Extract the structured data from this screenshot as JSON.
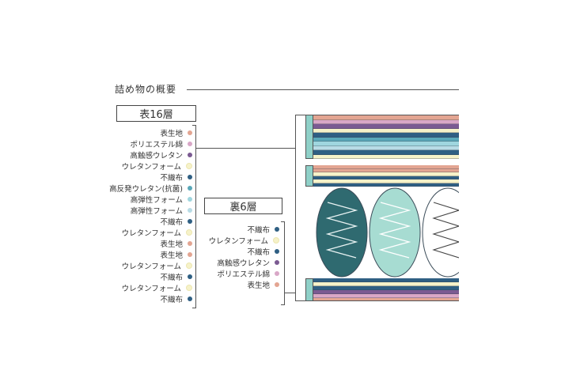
{
  "section_title": "詰め物の概要",
  "top_group": {
    "label": "表16層",
    "items": [
      {
        "name": "表生地",
        "color": "#e3a592"
      },
      {
        "name": "ポリエステル綿",
        "color": "#d9a7c7"
      },
      {
        "name": "高触感ウレタン",
        "color": "#7b5a92"
      },
      {
        "name": "ウレタンフォーム",
        "color": "#f6f2c9"
      },
      {
        "name": "不織布",
        "color": "#2f5f83"
      },
      {
        "name": "高反発ウレタン(抗菌)",
        "color": "#5aa8b9"
      },
      {
        "name": "高弾性フォーム",
        "color": "#9fd6df"
      },
      {
        "name": "高弾性フォーム",
        "color": "#b8dce6"
      },
      {
        "name": "不織布",
        "color": "#2f5f83"
      },
      {
        "name": "ウレタンフォーム",
        "color": "#f6f2c9"
      },
      {
        "name": "表生地",
        "color": "#e3a592"
      },
      {
        "name": "表生地",
        "color": "#e3a592"
      },
      {
        "name": "ウレタンフォーム",
        "color": "#f6f2c9"
      },
      {
        "name": "不織布",
        "color": "#2f5f83"
      },
      {
        "name": "ウレタンフォーム",
        "color": "#f6f2c9"
      },
      {
        "name": "不織布",
        "color": "#2f5f83"
      }
    ]
  },
  "bottom_group": {
    "label": "裏6層",
    "items": [
      {
        "name": "不織布",
        "color": "#2f5f83"
      },
      {
        "name": "ウレタンフォーム",
        "color": "#f6f2c9"
      },
      {
        "name": "不織布",
        "color": "#2f5f83"
      },
      {
        "name": "高触感ウレタン",
        "color": "#7b5a92"
      },
      {
        "name": "ポリエステル綿",
        "color": "#d9a7c7"
      },
      {
        "name": "表生地",
        "color": "#e3a592"
      }
    ]
  },
  "mattress": {
    "top_block_colors": [
      "#e3a592",
      "#d9a7c7",
      "#7b5a92",
      "#f6f2c9",
      "#2f5f83",
      "#5aa8b9",
      "#9fd6df",
      "#b8dce6",
      "#2f5f83",
      "#f6f2c9"
    ],
    "mid_block_colors": [
      "#e3a592",
      "#e3a592",
      "#f6f2c9",
      "#2f5f83",
      "#f6f2c9",
      "#2f5f83"
    ],
    "bottom_block_colors": [
      "#2f5f83",
      "#f6f2c9",
      "#2f5f83",
      "#7b5a92",
      "#d9a7c7",
      "#e3a592"
    ],
    "spring_colors": [
      "#2f6a70",
      "#a7dcd2",
      "#ffffff"
    ]
  }
}
